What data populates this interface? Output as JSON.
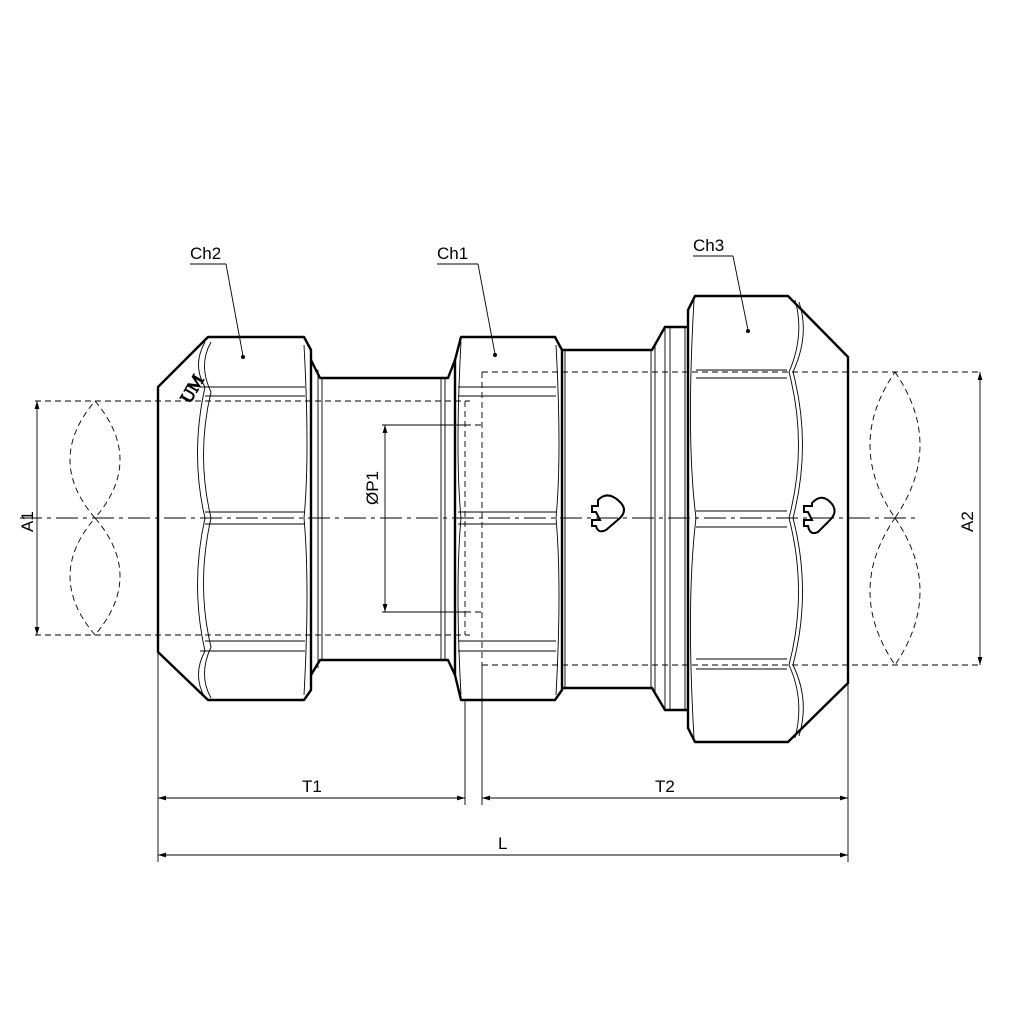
{
  "drawing": {
    "callouts": {
      "ch1": "Ch1",
      "ch2": "Ch2",
      "ch3": "Ch3"
    },
    "dimensions": {
      "a1": "A1",
      "a2": "A2",
      "p1": "ØP1",
      "t1": "T1",
      "t2": "T2",
      "l": "L"
    },
    "line_color": "#000000",
    "background": "#ffffff"
  }
}
